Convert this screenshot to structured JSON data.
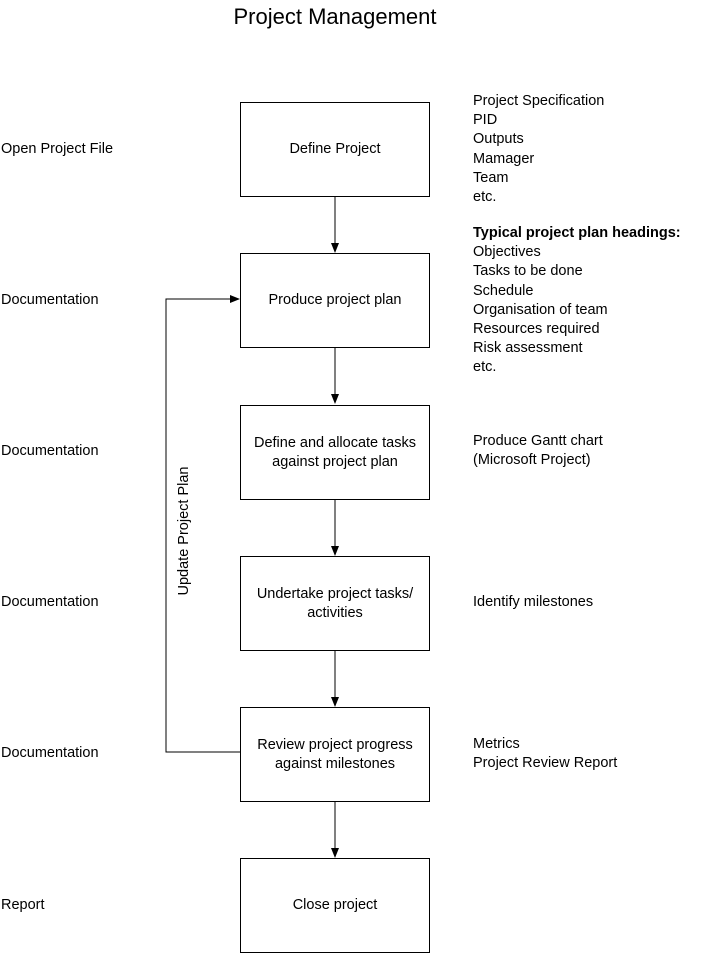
{
  "title": "Project Management",
  "steps": [
    {
      "label": "Define Project",
      "left_note": "Open Project File",
      "notes_heading": "",
      "notes": [
        "Project Specification",
        "PID",
        "Outputs",
        "Mamager",
        "Team",
        "etc."
      ]
    },
    {
      "label": "Produce project plan",
      "left_note": "Documentation",
      "notes_heading": "Typical project plan headings:",
      "notes": [
        "Objectives",
        "Tasks to be done",
        "Schedule",
        "Organisation of team",
        "Resources required",
        "Risk assessment",
        "etc."
      ]
    },
    {
      "label": "Define and allocate tasks against project plan",
      "left_note": "Documentation",
      "notes_heading": "",
      "notes": [
        "Produce Gantt chart",
        "(Microsoft Project)"
      ]
    },
    {
      "label": "Undertake project tasks/ activities",
      "left_note": "Documentation",
      "notes_heading": "",
      "notes": [
        "Identify milestones"
      ]
    },
    {
      "label": "Review project progress against milestones",
      "left_note": "Documentation",
      "notes_heading": "",
      "notes": [
        "Metrics",
        "Project Review Report"
      ]
    },
    {
      "label": "Close project",
      "left_note": "Report",
      "notes_heading": "",
      "notes": []
    }
  ],
  "loop_label": "Update Project Plan"
}
